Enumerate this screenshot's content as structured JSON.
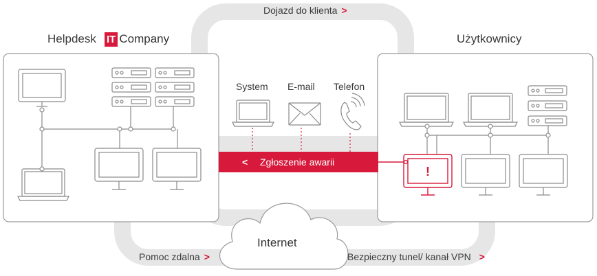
{
  "top_route": {
    "label": "Dojazd do klienta"
  },
  "helpdesk": {
    "label": "Helpdesk",
    "logo_it": "IT",
    "logo_company": "Company"
  },
  "users": {
    "label": "Użytkownicy"
  },
  "channels": [
    {
      "label": "System",
      "icon": "laptop-icon"
    },
    {
      "label": "E-mail",
      "icon": "envelope-icon"
    },
    {
      "label": "Telefon",
      "icon": "phone-icon"
    }
  ],
  "alarm": {
    "label": "Zgłoszenie awarii",
    "alert_symbol": "!"
  },
  "internet": {
    "label": "Internet"
  },
  "bottom_left": {
    "label": "Pomoc zdalna"
  },
  "bottom_right": {
    "label": "Bezpieczny tunel/ kanał VPN"
  },
  "colors": {
    "accent": "#d7193b",
    "route": "#e6e6e6",
    "line": "#8a8a8a"
  }
}
